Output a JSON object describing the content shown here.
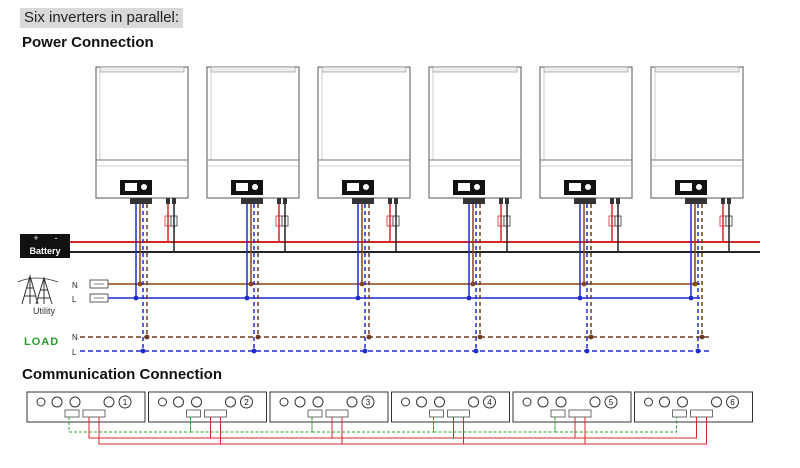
{
  "caption": "Six inverters in parallel:",
  "power_title": "Power Connection",
  "comm_title": "Communication Connection",
  "battery": {
    "label": "Battery",
    "plus": "+",
    "minus": "-"
  },
  "utility": {
    "label": "Utility",
    "n": "N",
    "l": "L"
  },
  "load": {
    "label": "LOAD",
    "n": "N",
    "l": "L"
  },
  "units": [
    "1",
    "2",
    "3",
    "4",
    "5",
    "6"
  ],
  "colors": {
    "battery_positive": "#d62728",
    "battery_negative": "#222222",
    "neutral": "#8b4513",
    "line": "#1f2bd1",
    "load_neutral": "#6b3a1f",
    "comm_green": "#2ca02c",
    "comm_red": "#d62728",
    "load_text": "#2e9a2e"
  }
}
